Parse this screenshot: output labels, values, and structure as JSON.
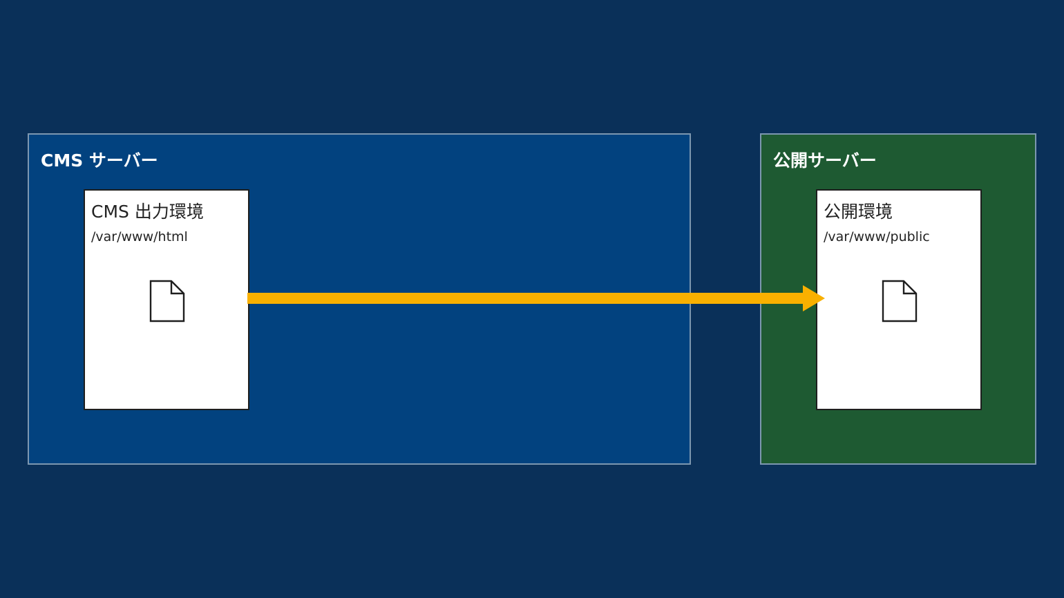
{
  "cms_server": {
    "title": "CMS サーバー",
    "environment": {
      "title": "CMS 出力環境",
      "path": "/var/www/html",
      "icon": "file-icon"
    }
  },
  "public_server": {
    "title": "公開サーバー",
    "environment": {
      "title": "公開環境",
      "path": "/var/www/public",
      "icon": "file-icon"
    }
  },
  "colors": {
    "background": "#0a3059",
    "cms_server": "#02427f",
    "public_server": "#1e5a32",
    "arrow": "#f9b000"
  }
}
